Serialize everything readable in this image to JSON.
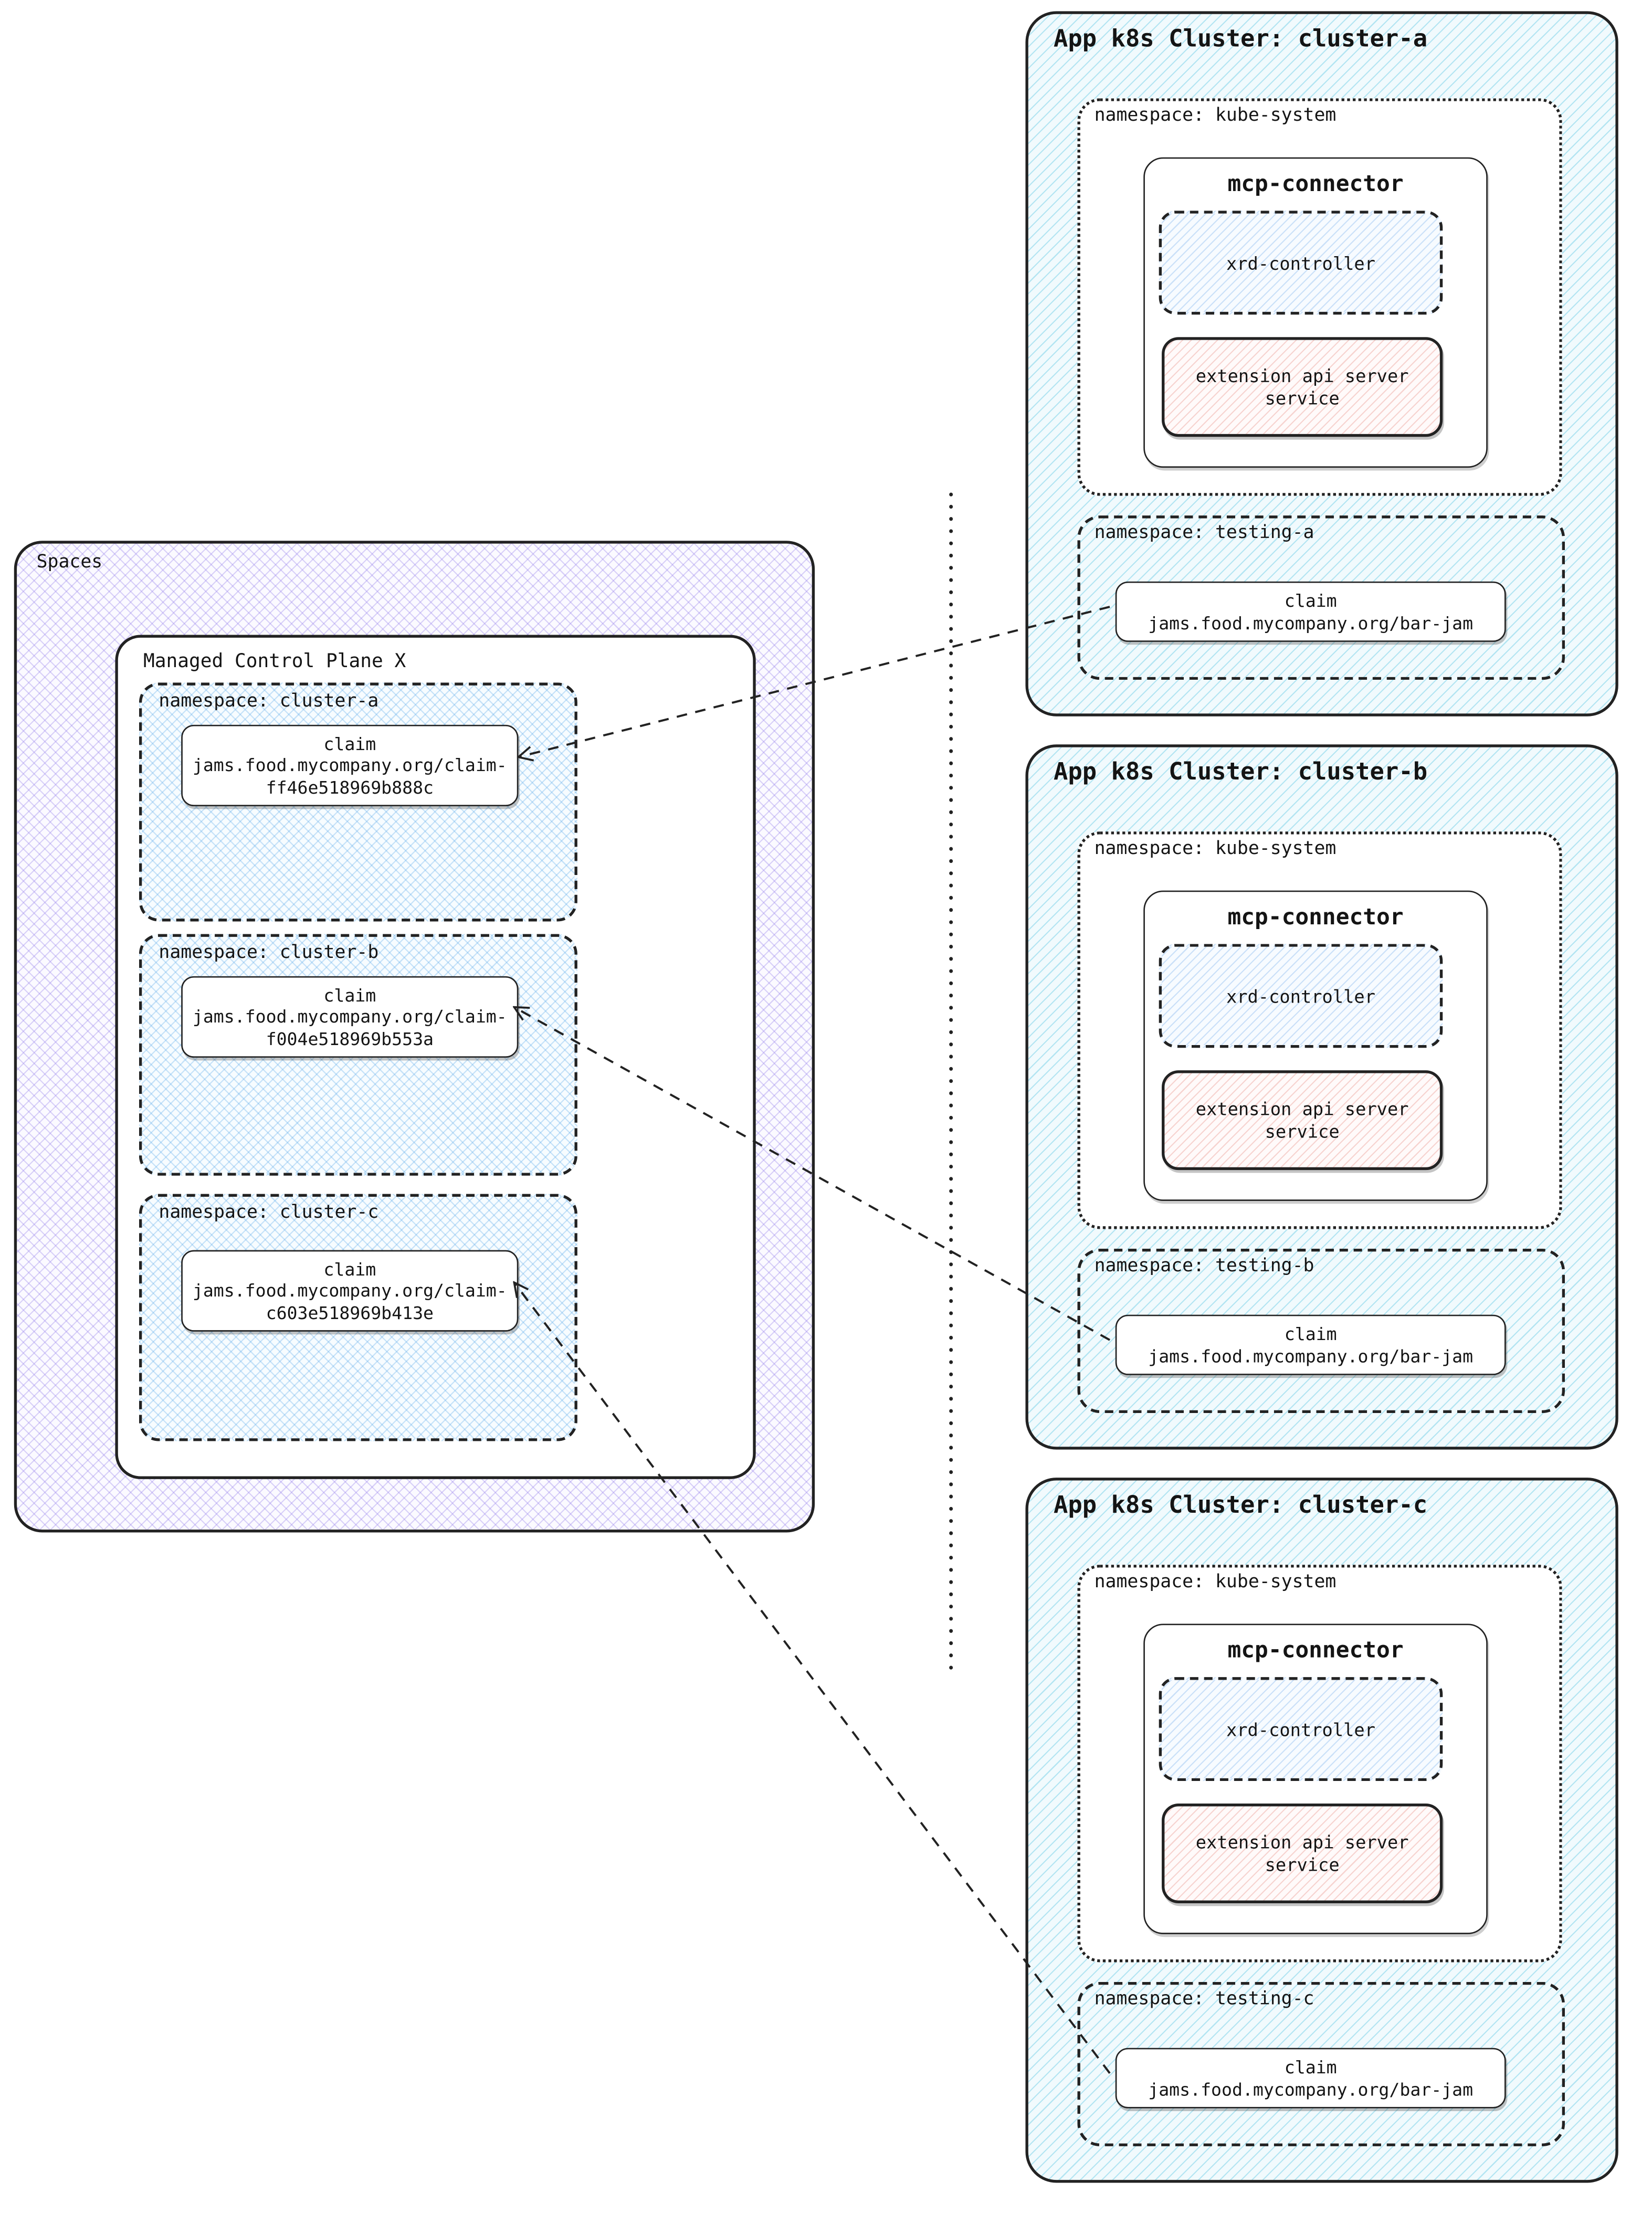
{
  "colors": {
    "border": "#222222",
    "spaces_hatch": "#9680eb",
    "control_plane_namespace_hatch": "#58a8e9",
    "cluster_hatch": "#4ec2e0",
    "xrd_controller_hatch": "#6ca8eb",
    "extension_api_hatch": "#e9948a"
  },
  "spaces": {
    "label": "Spaces",
    "control_plane": {
      "label": "Managed Control Plane X",
      "namespaces": [
        {
          "label": "namespace: cluster-a",
          "claim": {
            "title": "claim",
            "name": "jams.food.mycompany.org/claim-ff46e518969b888c"
          }
        },
        {
          "label": "namespace: cluster-b",
          "claim": {
            "title": "claim",
            "name": "jams.food.mycompany.org/claim-f004e518969b553a"
          }
        },
        {
          "label": "namespace: cluster-c",
          "claim": {
            "title": "claim",
            "name": "jams.food.mycompany.org/claim-c603e518969b413e"
          }
        }
      ]
    }
  },
  "clusters": [
    {
      "title": "App k8s Cluster: cluster-a",
      "kube_system": {
        "label": "namespace: kube-system",
        "mcp_connector": {
          "label": "mcp-connector",
          "xrd_controller": {
            "label": "xrd-controller"
          },
          "extension_api": {
            "label": "extension api server service"
          }
        }
      },
      "testing": {
        "label": "namespace: testing-a",
        "claim": {
          "title": "claim",
          "name": "jams.food.mycompany.org/bar-jam"
        }
      }
    },
    {
      "title": "App k8s Cluster: cluster-b",
      "kube_system": {
        "label": "namespace: kube-system",
        "mcp_connector": {
          "label": "mcp-connector",
          "xrd_controller": {
            "label": "xrd-controller"
          },
          "extension_api": {
            "label": "extension api server service"
          }
        }
      },
      "testing": {
        "label": "namespace: testing-b",
        "claim": {
          "title": "claim",
          "name": "jams.food.mycompany.org/bar-jam"
        }
      }
    },
    {
      "title": "App k8s Cluster: cluster-c",
      "kube_system": {
        "label": "namespace: kube-system",
        "mcp_connector": {
          "label": "mcp-connector",
          "xrd_controller": {
            "label": "xrd-controller"
          },
          "extension_api": {
            "label": "extension api server service"
          }
        }
      },
      "testing": {
        "label": "namespace: testing-c",
        "claim": {
          "title": "claim",
          "name": "jams.food.mycompany.org/bar-jam"
        }
      }
    }
  ],
  "connections": [
    {
      "from": "cluster-a / namespace: testing-a / claim jams.food.mycompany.org/bar-jam",
      "to": "Spaces / namespace: cluster-a / claim-ff46e518969b888c",
      "style": "dashed-arrow"
    },
    {
      "from": "cluster-b / namespace: testing-b / claim jams.food.mycompany.org/bar-jam",
      "to": "Spaces / namespace: cluster-b / claim-f004e518969b553a",
      "style": "dashed-arrow"
    },
    {
      "from": "cluster-c / namespace: testing-c / claim jams.food.mycompany.org/bar-jam",
      "to": "Spaces / namespace: cluster-c / claim-c603e518969b413e",
      "style": "dashed-arrow"
    }
  ]
}
